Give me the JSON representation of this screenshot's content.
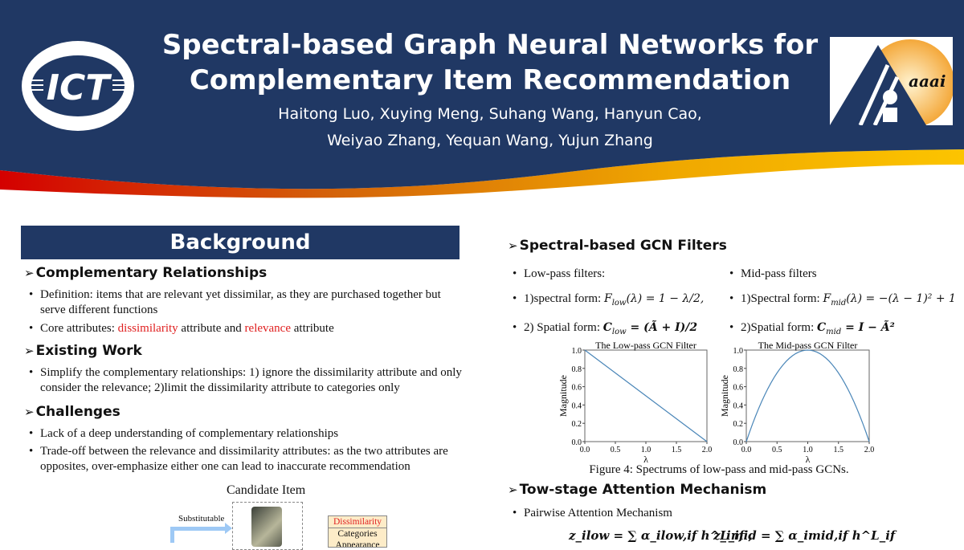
{
  "header": {
    "title_line1": "Spectral-based Graph Neural Networks for",
    "title_line2": "Complementary Item Recommendation",
    "authors_line1": "Haitong Luo, Xuying Meng, Suhang Wang, Hanyun Cao,",
    "authors_line2": "Weiyao Zhang, Yequan Wang, Yujun Zhang",
    "logo_left": "ICT",
    "logo_right": "aaai"
  },
  "background": {
    "title": "Background",
    "sections": [
      {
        "heading": "Complementary Relationships",
        "bullets": [
          "Definition: items that are relevant yet dissimilar, as they are purchased together but serve different functions"
        ],
        "core_prefix": "Core attributes: ",
        "core_dis": "dissimilarity",
        "core_mid": " attribute and ",
        "core_rel": "relevance",
        "core_suffix": " attribute"
      },
      {
        "heading": "Existing Work",
        "bullets": [
          "Simplify the complementary relationships: 1) ignore the dissimilarity attribute and only consider the relevance; 2)limit the dissimilarity attribute to categories only"
        ]
      },
      {
        "heading": "Challenges",
        "bullets": [
          "Lack of a deep understanding of complementary relationships",
          "Trade-off between the relevance and dissimilarity attributes: as the two attributes are opposites, over-emphasize either one can lead to inaccurate recommendation"
        ]
      }
    ],
    "figure": {
      "candidate": "Candidate Item",
      "substitutable": "Substitutable",
      "box": [
        "Dissimilarity",
        "Categories",
        "Appearance"
      ]
    }
  },
  "filters": {
    "heading": "Spectral-based GCN Filters",
    "low": {
      "b1": "Low-pass filters:",
      "b2": "1)spectral form: ",
      "f2": "F",
      "f2sub": "low",
      "f2rest": "(λ) = 1 − λ/2,",
      "b3": "2) Spatial form: ",
      "f3": "C",
      "f3sub": "low",
      "f3rest": " = (Ã + I)/2"
    },
    "mid": {
      "b1": "Mid-pass filters",
      "b2": "1)Spectral form: ",
      "f2": "F",
      "f2sub": "mid",
      "f2rest": "(λ) = −(λ − 1)² + 1",
      "b3": "2)Spatial form: ",
      "f3": "C",
      "f3sub": "mid",
      "f3rest": " = I − Ã²"
    },
    "caption": "Figure 4: Spectrums of low-pass and mid-pass GCNs."
  },
  "attention": {
    "heading": "Tow-stage Attention Mechanism",
    "b1": "Pairwise Attention Mechanism",
    "eq1": "z_ilow = ∑ α_ilow,if h^L_if ,",
    "eq2": "z_imid = ∑ α_imid,if h^L_if"
  },
  "chart_data": [
    {
      "type": "line",
      "title": "The Low-pass GCN Filter",
      "xlabel": "λ",
      "ylabel": "Magnitude",
      "xlim": [
        0,
        2
      ],
      "ylim": [
        0,
        1
      ],
      "xticks": [
        "0.0",
        "0.5",
        "1.0",
        "1.5",
        "2.0"
      ],
      "yticks": [
        "0.0",
        "0.2",
        "0.4",
        "0.6",
        "0.8",
        "1.0"
      ],
      "x": [
        0,
        0.5,
        1,
        1.5,
        2
      ],
      "y": [
        1,
        0.75,
        0.5,
        0.25,
        0
      ],
      "color": "#4a86b8"
    },
    {
      "type": "line",
      "title": "The Mid-pass GCN Filter",
      "xlabel": "λ",
      "ylabel": "Magnitude",
      "xlim": [
        0,
        2
      ],
      "ylim": [
        0,
        1
      ],
      "xticks": [
        "0.0",
        "0.5",
        "1.0",
        "1.5",
        "2.0"
      ],
      "yticks": [
        "0.0",
        "0.2",
        "0.4",
        "0.6",
        "0.8",
        "1.0"
      ],
      "x": [
        0,
        0.25,
        0.5,
        0.75,
        1,
        1.25,
        1.5,
        1.75,
        2
      ],
      "y": [
        0,
        0.4375,
        0.75,
        0.9375,
        1,
        0.9375,
        0.75,
        0.4375,
        0
      ],
      "color": "#4a86b8"
    }
  ]
}
